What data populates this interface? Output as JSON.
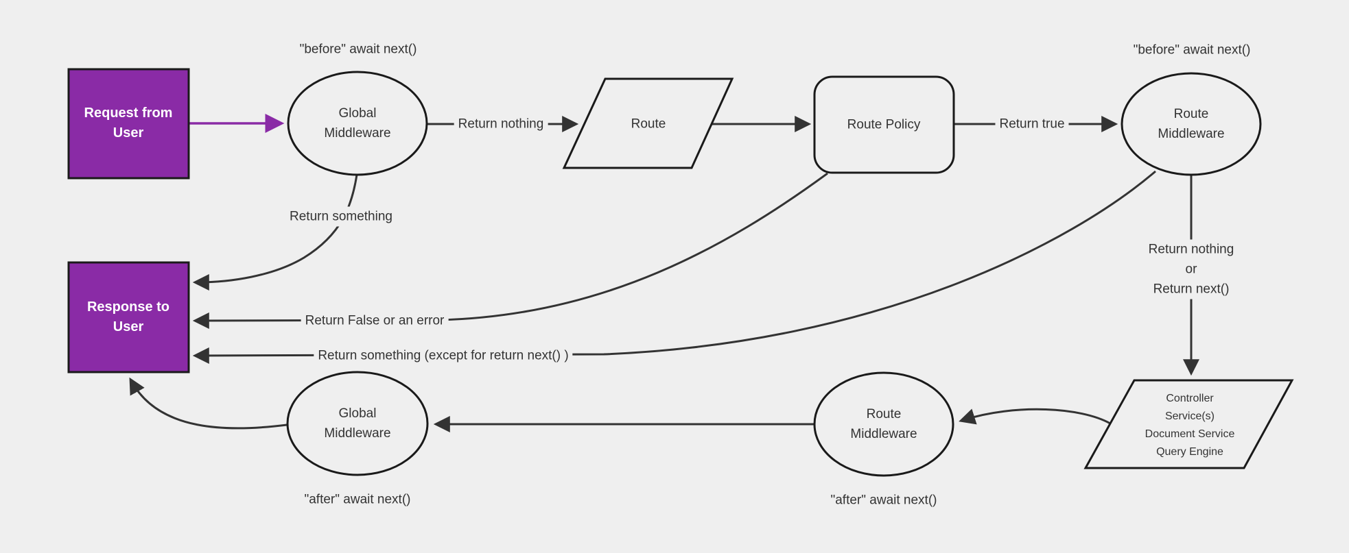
{
  "title": "Request lifecycle middleware flow diagram",
  "colors": {
    "background": "#efefef",
    "purple": "#8A2BA6",
    "node_stroke": "#1a1a1a",
    "edge_stroke": "#333333",
    "text": "#333333",
    "box_text": "#ffffff"
  },
  "nodes": {
    "request": {
      "lines": [
        "Request from",
        "User"
      ]
    },
    "response": {
      "lines": [
        "Response to",
        "User"
      ]
    },
    "global_mw_top": {
      "lines": [
        "Global",
        "Middleware"
      ]
    },
    "global_mw_bottom": {
      "lines": [
        "Global",
        "Middleware"
      ]
    },
    "route": {
      "label": "Route"
    },
    "route_policy": {
      "label": "Route Policy"
    },
    "route_mw_top": {
      "lines": [
        "Route",
        "Middleware"
      ]
    },
    "route_mw_bottom": {
      "lines": [
        "Route",
        "Middleware"
      ]
    },
    "controller": {
      "lines": [
        "Controller",
        "Service(s)",
        "Document Service",
        "Query Engine"
      ]
    }
  },
  "edge_labels": {
    "before_await_left": "\"before\" await next()",
    "before_await_right": "\"before\" await next()",
    "after_await_left": "\"after\" await next()",
    "after_await_right": "\"after\" await next()",
    "return_nothing": "Return nothing",
    "return_true": "Return true",
    "return_something": "Return something",
    "return_false_or_error": "Return False or an error",
    "return_something_except": "Return something (except for return next() )",
    "return_nothing_or": {
      "lines": [
        "Return nothing",
        "or",
        "Return next()"
      ]
    }
  }
}
